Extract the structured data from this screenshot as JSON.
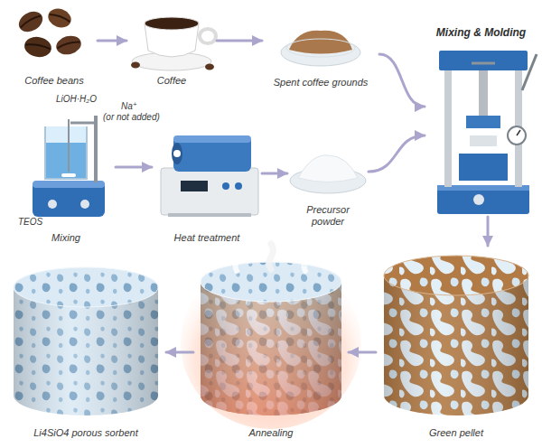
{
  "diagram": {
    "nodes": [
      {
        "text": [
          "Coffee beans"
        ]
      },
      {
        "text": [
          "Coffee"
        ]
      },
      {
        "text": [
          "Spent coffee grounds"
        ]
      },
      {
        "text": [
          "Mixing & Molding"
        ]
      },
      {
        "text": [
          "Mixing"
        ]
      },
      {
        "text": [
          "Heat treatment"
        ]
      },
      {
        "text": [
          "Precursor powder"
        ]
      },
      {
        "text": [
          "Li4SiO4 porous sorbent"
        ]
      },
      {
        "text": [
          "Annealing"
        ]
      },
      {
        "text": [
          "Green pellet"
        ]
      }
    ],
    "edges": [
      {
        "from": 0,
        "to": 1,
        "arrow": "to"
      },
      {
        "from": 1,
        "to": 2,
        "arrow": "to"
      },
      {
        "from": 2,
        "to": 3,
        "arrow": "to"
      },
      {
        "from": 4,
        "to": 5,
        "arrow": "to"
      },
      {
        "from": 5,
        "to": 6,
        "arrow": "to"
      },
      {
        "from": 6,
        "to": 3,
        "arrow": "to"
      },
      {
        "from": 3,
        "to": 9,
        "arrow": "to"
      },
      {
        "from": 9,
        "to": 8,
        "arrow": "to"
      },
      {
        "from": 8,
        "to": 7,
        "arrow": "to"
      }
    ],
    "labels": [
      "LiOH·H₂O",
      "Na⁺",
      "(or not added)",
      "TEOS"
    ]
  }
}
